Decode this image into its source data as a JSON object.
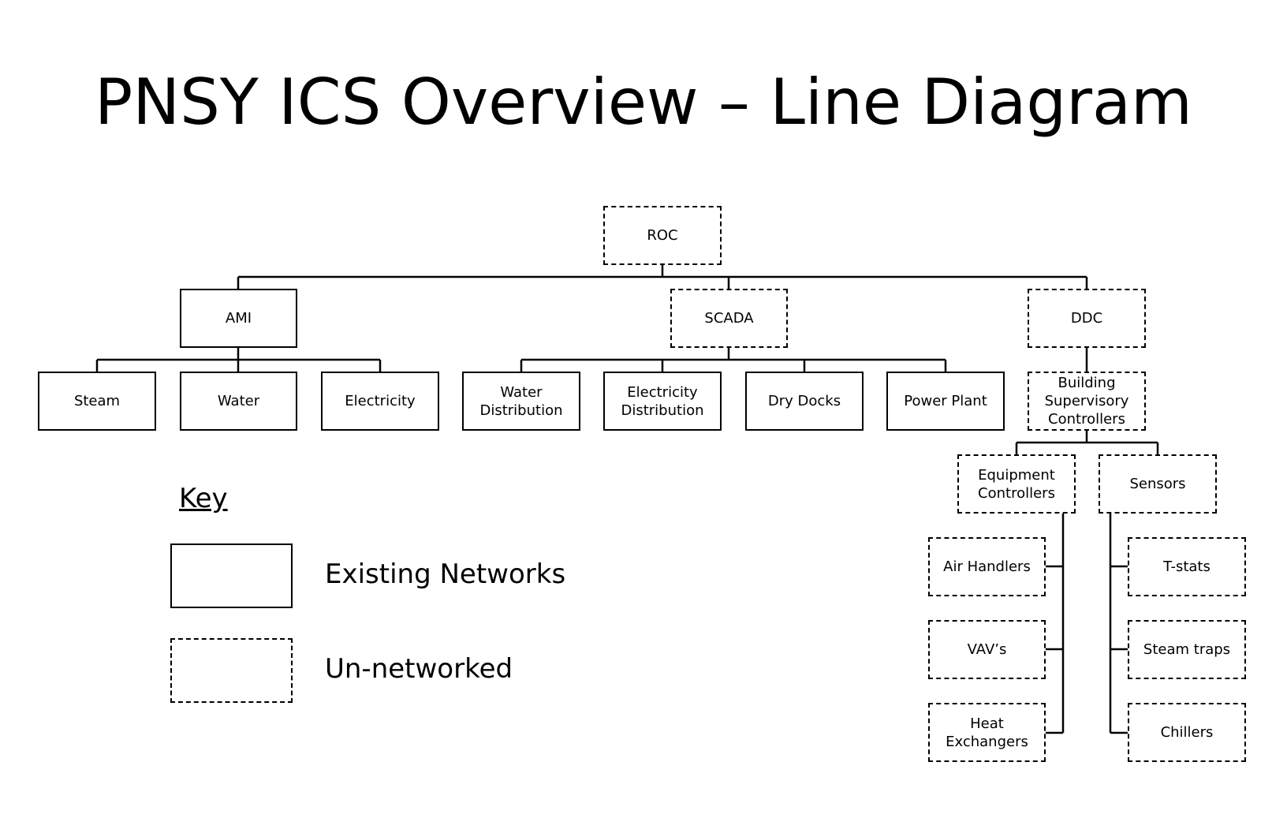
{
  "title": "PNSY ICS Overview – Line Diagram",
  "nodes": {
    "roc": "ROC",
    "ami": "AMI",
    "scada": "SCADA",
    "ddc": "DDC",
    "steam": "Steam",
    "water": "Water",
    "electricity": "Electricity",
    "water_distribution": "Water\nDistribution",
    "electricity_distribution": "Electricity\nDistribution",
    "dry_docks": "Dry Docks",
    "power_plant": "Power Plant",
    "building_supervisory_controllers": "Building\nSupervisory\nControllers",
    "equipment_controllers": "Equipment\nControllers",
    "sensors": "Sensors",
    "air_handlers": "Air Handlers",
    "vavs": "VAV’s",
    "heat_exchangers": "Heat Exchangers",
    "tstats": "T-stats",
    "steam_traps": "Steam traps",
    "chillers": "Chillers"
  },
  "key": {
    "heading": "Key",
    "existing_label": "Existing Networks",
    "unnetworked_label": "Un-networked"
  }
}
